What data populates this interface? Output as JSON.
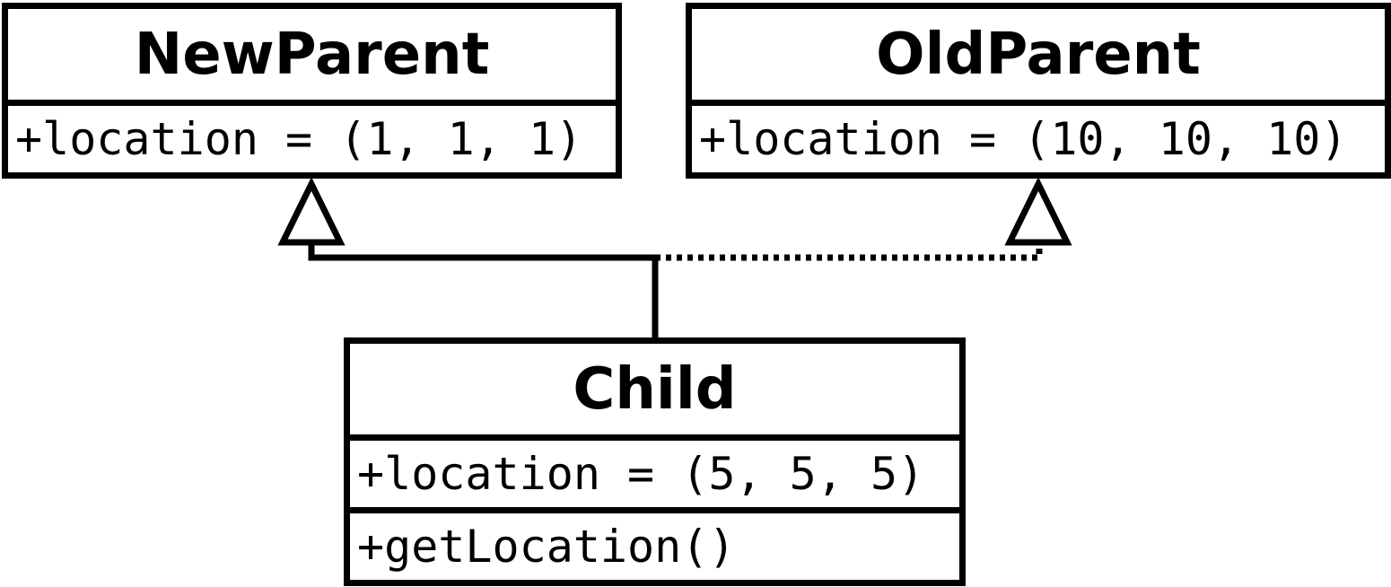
{
  "classes": {
    "new_parent": {
      "name": "NewParent",
      "attributes": [
        "+location = (1, 1, 1)"
      ]
    },
    "old_parent": {
      "name": "OldParent",
      "attributes": [
        "+location = (10, 10, 10)"
      ]
    },
    "child": {
      "name": "Child",
      "attributes": [
        "+location = (5, 5, 5)"
      ],
      "methods": [
        "+getLocation()"
      ]
    }
  },
  "relationships": [
    {
      "from": "Child",
      "to": "NewParent",
      "type": "generalization",
      "line_style": "solid"
    },
    {
      "from": "Child",
      "to": "OldParent",
      "type": "generalization",
      "line_style": "dotted"
    }
  ],
  "colors": {
    "stroke": "#000000",
    "background": "#ffffff"
  }
}
